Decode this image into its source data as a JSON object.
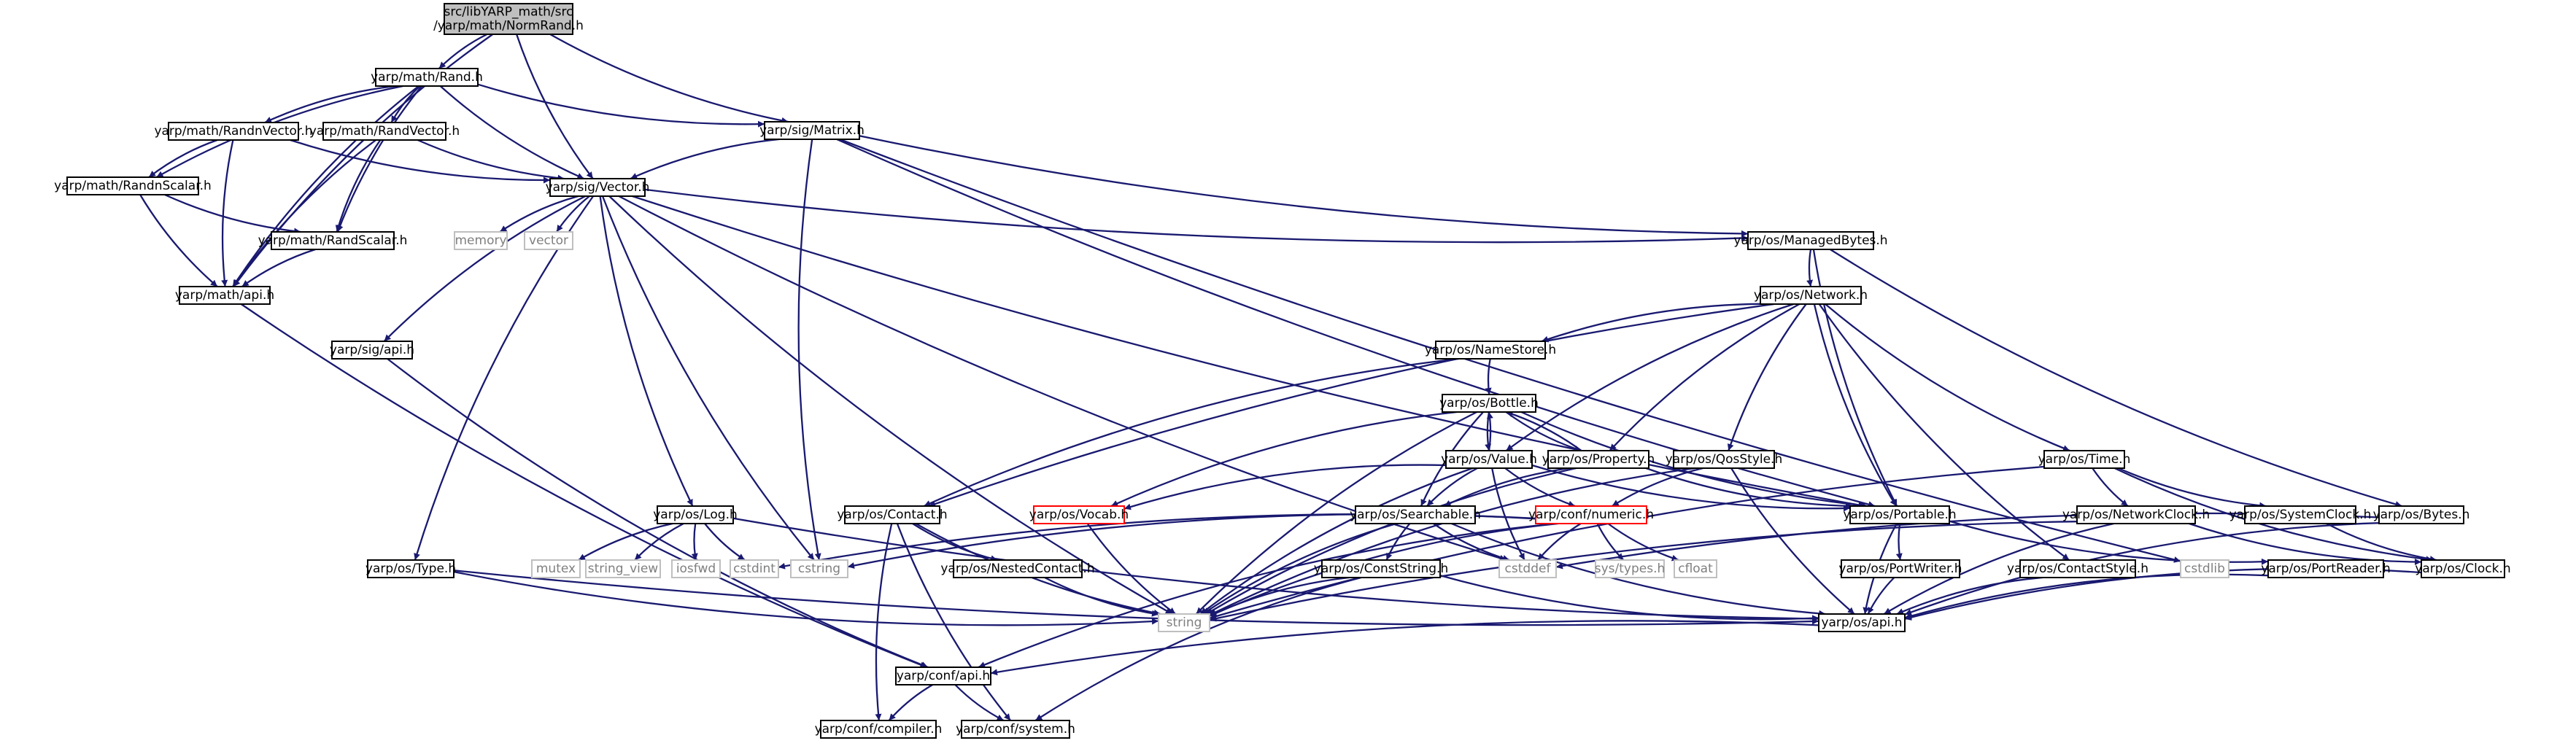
{
  "colors": {
    "edge": "#191970",
    "root_fill": "#bfbfbf",
    "node_stroke": "#000000",
    "external_stroke": "#bfbfbf",
    "external_text": "#7f7f7f",
    "truncated_stroke": "#ff0000",
    "text": "#000000"
  },
  "nodes": [
    {
      "id": "root",
      "label": "src/libYARP_math/src\n/yarp/math/NormRand.h",
      "kind": "root"
    },
    {
      "id": "rand",
      "label": "yarp/math/Rand.h",
      "kind": "normal"
    },
    {
      "id": "matrix",
      "label": "yarp/sig/Matrix.h",
      "kind": "normal"
    },
    {
      "id": "randnvector",
      "label": "yarp/math/RandnVector.h",
      "kind": "normal"
    },
    {
      "id": "randvector",
      "label": "yarp/math/RandVector.h",
      "kind": "normal"
    },
    {
      "id": "randnscalar",
      "label": "yarp/math/RandnScalar.h",
      "kind": "normal"
    },
    {
      "id": "sigvector",
      "label": "yarp/sig/Vector.h",
      "kind": "normal"
    },
    {
      "id": "randscalar",
      "label": "yarp/math/RandScalar.h",
      "kind": "normal"
    },
    {
      "id": "mathapi",
      "label": "yarp/math/api.h",
      "kind": "normal"
    },
    {
      "id": "memory",
      "label": "memory",
      "kind": "external"
    },
    {
      "id": "vector",
      "label": "vector",
      "kind": "external"
    },
    {
      "id": "managedbytes",
      "label": "yarp/os/ManagedBytes.h",
      "kind": "normal"
    },
    {
      "id": "network",
      "label": "yarp/os/Network.h",
      "kind": "normal"
    },
    {
      "id": "namestore",
      "label": "yarp/os/NameStore.h",
      "kind": "normal"
    },
    {
      "id": "sigapi",
      "label": "yarp/sig/api.h",
      "kind": "normal"
    },
    {
      "id": "bottle",
      "label": "yarp/os/Bottle.h",
      "kind": "normal"
    },
    {
      "id": "value",
      "label": "yarp/os/Value.h",
      "kind": "normal"
    },
    {
      "id": "property",
      "label": "yarp/os/Property.h",
      "kind": "normal"
    },
    {
      "id": "qosstyle",
      "label": "yarp/os/QosStyle.h",
      "kind": "normal"
    },
    {
      "id": "time",
      "label": "yarp/os/Time.h",
      "kind": "normal"
    },
    {
      "id": "log",
      "label": "yarp/os/Log.h",
      "kind": "normal"
    },
    {
      "id": "contact",
      "label": "yarp/os/Contact.h",
      "kind": "normal"
    },
    {
      "id": "vocab",
      "label": "yarp/os/Vocab.h",
      "kind": "truncated"
    },
    {
      "id": "searchable",
      "label": "yarp/os/Searchable.h",
      "kind": "normal"
    },
    {
      "id": "numeric",
      "label": "yarp/conf/numeric.h",
      "kind": "truncated"
    },
    {
      "id": "portable",
      "label": "yarp/os/Portable.h",
      "kind": "normal"
    },
    {
      "id": "networkclock",
      "label": "yarp/os/NetworkClock.h",
      "kind": "normal"
    },
    {
      "id": "systemclock",
      "label": "yarp/os/SystemClock.h",
      "kind": "normal"
    },
    {
      "id": "bytes",
      "label": "yarp/os/Bytes.h",
      "kind": "normal"
    },
    {
      "id": "ostype",
      "label": "yarp/os/Type.h",
      "kind": "normal"
    },
    {
      "id": "mutex",
      "label": "mutex",
      "kind": "external"
    },
    {
      "id": "string_view",
      "label": "string_view",
      "kind": "external"
    },
    {
      "id": "iosfwd",
      "label": "iosfwd",
      "kind": "external"
    },
    {
      "id": "cstdint",
      "label": "cstdint",
      "kind": "external"
    },
    {
      "id": "cstring",
      "label": "cstring",
      "kind": "external"
    },
    {
      "id": "nestedcontact",
      "label": "yarp/os/NestedContact.h",
      "kind": "normal"
    },
    {
      "id": "conststring",
      "label": "yarp/os/ConstString.h",
      "kind": "normal"
    },
    {
      "id": "cstddef",
      "label": "cstddef",
      "kind": "external"
    },
    {
      "id": "systypes",
      "label": "sys/types.h",
      "kind": "external"
    },
    {
      "id": "cfloat",
      "label": "cfloat",
      "kind": "external"
    },
    {
      "id": "portwriter",
      "label": "yarp/os/PortWriter.h",
      "kind": "normal"
    },
    {
      "id": "contactstyle",
      "label": "yarp/os/ContactStyle.h",
      "kind": "normal"
    },
    {
      "id": "cstdlib",
      "label": "cstdlib",
      "kind": "external"
    },
    {
      "id": "portreader",
      "label": "yarp/os/PortReader.h",
      "kind": "normal"
    },
    {
      "id": "clock",
      "label": "yarp/os/Clock.h",
      "kind": "normal"
    },
    {
      "id": "string",
      "label": "string",
      "kind": "external"
    },
    {
      "id": "osapi",
      "label": "yarp/os/api.h",
      "kind": "normal"
    },
    {
      "id": "confapi",
      "label": "yarp/conf/api.h",
      "kind": "normal"
    },
    {
      "id": "compiler",
      "label": "yarp/conf/compiler.h",
      "kind": "normal"
    },
    {
      "id": "system",
      "label": "yarp/conf/system.h",
      "kind": "normal"
    }
  ],
  "edges": [
    [
      "root",
      "rand"
    ],
    [
      "root",
      "matrix"
    ],
    [
      "root",
      "sigvector"
    ],
    [
      "root",
      "mathapi"
    ],
    [
      "rand",
      "randnvector"
    ],
    [
      "rand",
      "randvector"
    ],
    [
      "rand",
      "randnscalar"
    ],
    [
      "rand",
      "randscalar"
    ],
    [
      "rand",
      "sigvector"
    ],
    [
      "rand",
      "matrix"
    ],
    [
      "rand",
      "mathapi"
    ],
    [
      "randnvector",
      "randnscalar"
    ],
    [
      "randnvector",
      "sigvector"
    ],
    [
      "randnvector",
      "mathapi"
    ],
    [
      "randvector",
      "randscalar"
    ],
    [
      "randvector",
      "sigvector"
    ],
    [
      "randvector",
      "mathapi"
    ],
    [
      "randnscalar",
      "randscalar"
    ],
    [
      "randnscalar",
      "mathapi"
    ],
    [
      "randscalar",
      "mathapi"
    ],
    [
      "matrix",
      "sigvector"
    ],
    [
      "matrix",
      "managedbytes"
    ],
    [
      "matrix",
      "portable"
    ],
    [
      "matrix",
      "cstring"
    ],
    [
      "matrix",
      "cstdlib"
    ],
    [
      "sigvector",
      "memory"
    ],
    [
      "sigvector",
      "vector"
    ],
    [
      "sigvector",
      "sigapi"
    ],
    [
      "sigvector",
      "log"
    ],
    [
      "sigvector",
      "ostype"
    ],
    [
      "sigvector",
      "cstring"
    ],
    [
      "sigvector",
      "string"
    ],
    [
      "sigvector",
      "cstddef"
    ],
    [
      "sigvector",
      "managedbytes"
    ],
    [
      "sigvector",
      "portable"
    ],
    [
      "mathapi",
      "confapi"
    ],
    [
      "sigapi",
      "confapi"
    ],
    [
      "managedbytes",
      "network"
    ],
    [
      "managedbytes",
      "bytes"
    ],
    [
      "managedbytes",
      "portable"
    ],
    [
      "network",
      "namestore"
    ],
    [
      "network",
      "contact"
    ],
    [
      "network",
      "value"
    ],
    [
      "network",
      "property"
    ],
    [
      "network",
      "qosstyle"
    ],
    [
      "network",
      "portable"
    ],
    [
      "network",
      "time"
    ],
    [
      "network",
      "contactstyle"
    ],
    [
      "namestore",
      "bottle"
    ],
    [
      "namestore",
      "contact"
    ],
    [
      "bottle",
      "value"
    ],
    [
      "bottle",
      "property"
    ],
    [
      "bottle",
      "searchable"
    ],
    [
      "bottle",
      "vocab"
    ],
    [
      "bottle",
      "portable"
    ],
    [
      "bottle",
      "string"
    ],
    [
      "value",
      "bottle"
    ],
    [
      "value",
      "searchable"
    ],
    [
      "value",
      "vocab"
    ],
    [
      "value",
      "numeric"
    ],
    [
      "value",
      "cstddef"
    ],
    [
      "value",
      "string"
    ],
    [
      "value",
      "portable"
    ],
    [
      "property",
      "bottle"
    ],
    [
      "property",
      "searchable"
    ],
    [
      "property",
      "string"
    ],
    [
      "property",
      "portable"
    ],
    [
      "qosstyle",
      "numeric"
    ],
    [
      "qosstyle",
      "string"
    ],
    [
      "qosstyle",
      "osapi"
    ],
    [
      "time",
      "networkclock"
    ],
    [
      "time",
      "systemclock"
    ],
    [
      "time",
      "string"
    ],
    [
      "time",
      "clock"
    ],
    [
      "log",
      "mutex"
    ],
    [
      "log",
      "string_view"
    ],
    [
      "log",
      "iosfwd"
    ],
    [
      "log",
      "cstdint"
    ],
    [
      "log",
      "osapi"
    ],
    [
      "contact",
      "nestedcontact"
    ],
    [
      "contact",
      "string"
    ],
    [
      "contact",
      "compiler"
    ],
    [
      "contact",
      "system"
    ],
    [
      "vocab",
      "string"
    ],
    [
      "searchable",
      "conststring"
    ],
    [
      "searchable",
      "cstddef"
    ],
    [
      "searchable",
      "string"
    ],
    [
      "searchable",
      "osapi"
    ],
    [
      "numeric",
      "cstring"
    ],
    [
      "numeric",
      "cstdint"
    ],
    [
      "numeric",
      "cstddef"
    ],
    [
      "numeric",
      "systypes"
    ],
    [
      "numeric",
      "cfloat"
    ],
    [
      "numeric",
      "string"
    ],
    [
      "numeric",
      "confapi"
    ],
    [
      "portable",
      "portwriter"
    ],
    [
      "portable",
      "portreader"
    ],
    [
      "portable",
      "osapi"
    ],
    [
      "networkclock",
      "clock"
    ],
    [
      "networkclock",
      "string"
    ],
    [
      "networkclock",
      "osapi"
    ],
    [
      "systemclock",
      "clock"
    ],
    [
      "bytes",
      "cstddef"
    ],
    [
      "bytes",
      "osapi"
    ],
    [
      "ostype",
      "string"
    ],
    [
      "ostype",
      "osapi"
    ],
    [
      "nestedcontact",
      "string"
    ],
    [
      "conststring",
      "string"
    ],
    [
      "conststring",
      "system"
    ],
    [
      "conststring",
      "osapi"
    ],
    [
      "portwriter",
      "osapi"
    ],
    [
      "contactstyle",
      "osapi"
    ],
    [
      "portreader",
      "osapi"
    ],
    [
      "clock",
      "osapi"
    ],
    [
      "osapi",
      "confapi"
    ],
    [
      "confapi",
      "compiler"
    ],
    [
      "confapi",
      "system"
    ]
  ]
}
